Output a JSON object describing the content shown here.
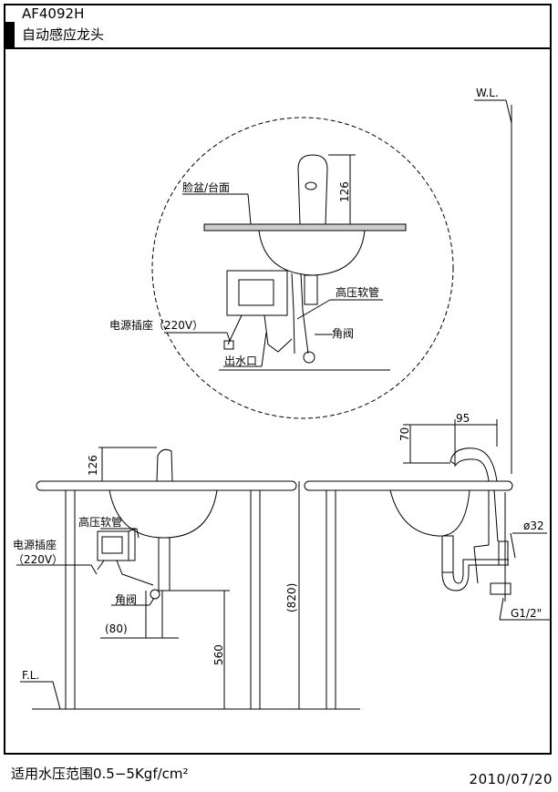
{
  "title": {
    "model": "AF4092H",
    "name": "自动感应龙头"
  },
  "footer": {
    "pressure_note": "适用水压范围0.5−5Kgf/cm²",
    "date": "2010/07/20"
  },
  "detail": {
    "basin_label": "脸盆/台面",
    "hose_label": "高压软管",
    "socket_label": "电源插座（220V）",
    "valve_label": "角阀",
    "outlet_label": "出水口",
    "dim_height": "126"
  },
  "front": {
    "dim_height": "126",
    "hose_label": "高压软管",
    "socket_label_1": "电源插座",
    "socket_label_2": "（220V）",
    "valve_label": "角阀",
    "dim_offset": "(80)",
    "dim_valve_height": "560",
    "dim_counter_height": "(820)",
    "floor_label": "F.L.",
    "wall_label": "W.L."
  },
  "side": {
    "dim_reach": "95",
    "dim_spout": "70",
    "dim_pipe": "ø32",
    "dim_thread": "G1/2\""
  }
}
